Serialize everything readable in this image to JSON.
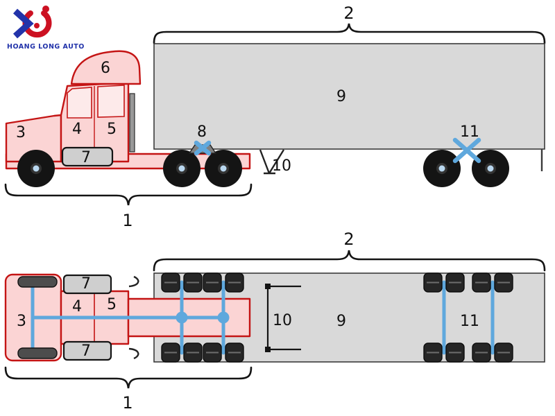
{
  "logo": {
    "brand": "HOANG LONG AUTO"
  },
  "side_view": {
    "labels": {
      "n1": "1",
      "n2": "2",
      "n3": "3",
      "n4": "4",
      "n5": "5",
      "n6": "6",
      "n7": "7",
      "n8": "8",
      "n9": "9",
      "n10": "10",
      "n11": "11"
    }
  },
  "top_view": {
    "labels": {
      "n1": "1",
      "n2": "2",
      "n3": "3",
      "n4": "4",
      "n5": "5",
      "n7_top": "7",
      "n7_bottom": "7",
      "n9": "9",
      "n10": "10",
      "n11": "11"
    }
  },
  "colors": {
    "tractor_fill": "#fbd4d4",
    "tractor_stroke": "#c41414",
    "trailer_fill": "#d9d9d9",
    "trailer_stroke": "#3a3a3a",
    "axle_blue": "#5fa8dd",
    "tire_dark": "#141414",
    "logo_red": "#cc1122",
    "logo_blue": "#2233aa"
  }
}
